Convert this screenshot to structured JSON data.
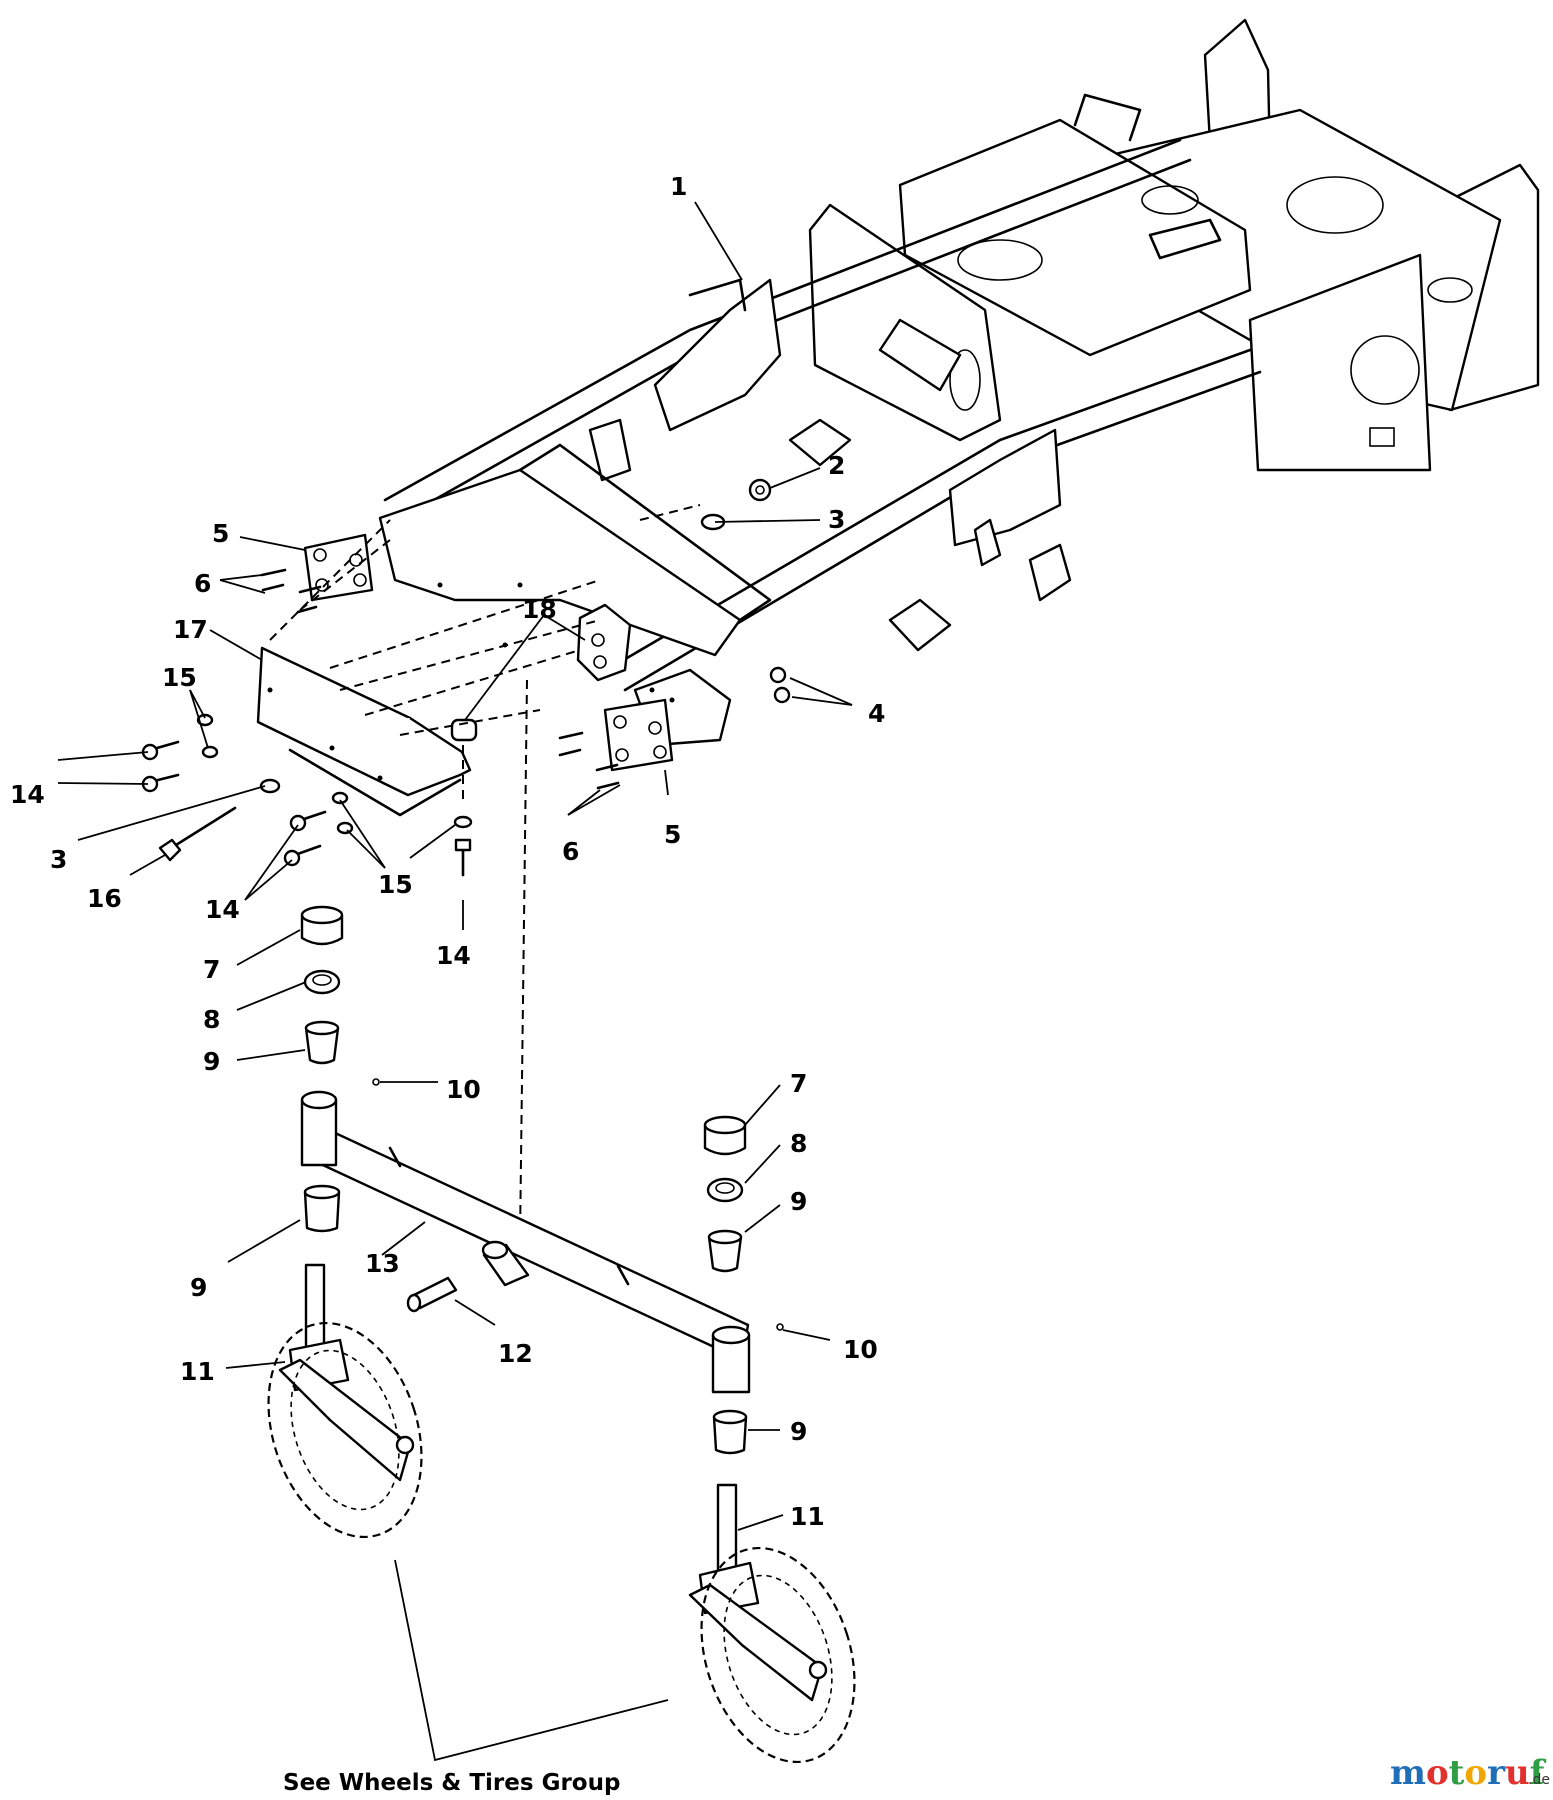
{
  "callouts": {
    "c1": "1",
    "c2": "2",
    "c3a": "3",
    "c3b": "3",
    "c4": "4",
    "c5a": "5",
    "c5b": "5",
    "c6a": "6",
    "c6b": "6",
    "c7a": "7",
    "c7b": "7",
    "c8a": "8",
    "c8b": "8",
    "c9a": "9",
    "c9b": "9",
    "c9c": "9",
    "c9d": "9",
    "c10a": "10",
    "c10b": "10",
    "c11a": "11",
    "c11b": "11",
    "c12": "12",
    "c13": "13",
    "c14a": "14",
    "c14b": "14",
    "c14c": "14",
    "c15a": "15",
    "c15b": "15",
    "c16": "16",
    "c17": "17",
    "c18": "18"
  },
  "note": "See Wheels & Tires Group",
  "watermark": {
    "letters": [
      "m",
      "o",
      "t",
      "o",
      "r",
      "u",
      "f"
    ],
    "colors": [
      "#1f6fb8",
      "#e0312f",
      "#2f9e44",
      "#f0a500",
      "#1f6fb8",
      "#e0312f",
      "#2f9e44"
    ],
    "suffix": ".de"
  }
}
